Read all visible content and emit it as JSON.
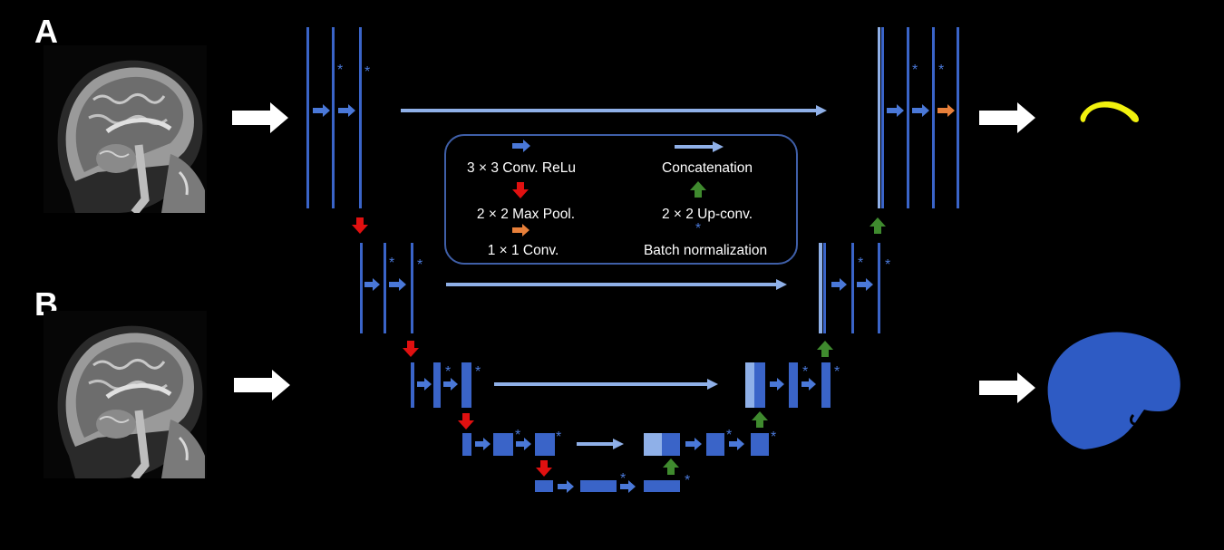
{
  "panels": {
    "a_label": "A",
    "b_label": "B"
  },
  "legend": {
    "conv_label": "3 × 3 Conv. ReLu",
    "maxpool_label": "2 × 2 Max Pool.",
    "oneconv_label": "1 × 1 Conv.",
    "concat_label": "Concatenation",
    "upconv_label": "2 × 2 Up-conv.",
    "batchnorm_label": "Batch normalization",
    "batchnorm_symbol": "*"
  },
  "annotation": {
    "asterisk": "*"
  },
  "colors": {
    "background": "#000000",
    "layer_blue": "#3a64c8",
    "light_blue": "#8fb0e8",
    "conv_arrow": "#4a78d8",
    "maxpool_arrow": "#e01010",
    "upconv_arrow": "#3f8a2e",
    "oneconv_arrow": "#e8803a",
    "output_yellow": "#f2f20e",
    "output_blue": "#2e5bc4",
    "white_arrow": "#ffffff"
  },
  "icons": {
    "mri_a": "sagittal-mri-icon",
    "mri_b": "sagittal-mri-icon",
    "output_a": "corpus-callosum-segmentation-icon",
    "output_b": "brain-segmentation-icon"
  }
}
